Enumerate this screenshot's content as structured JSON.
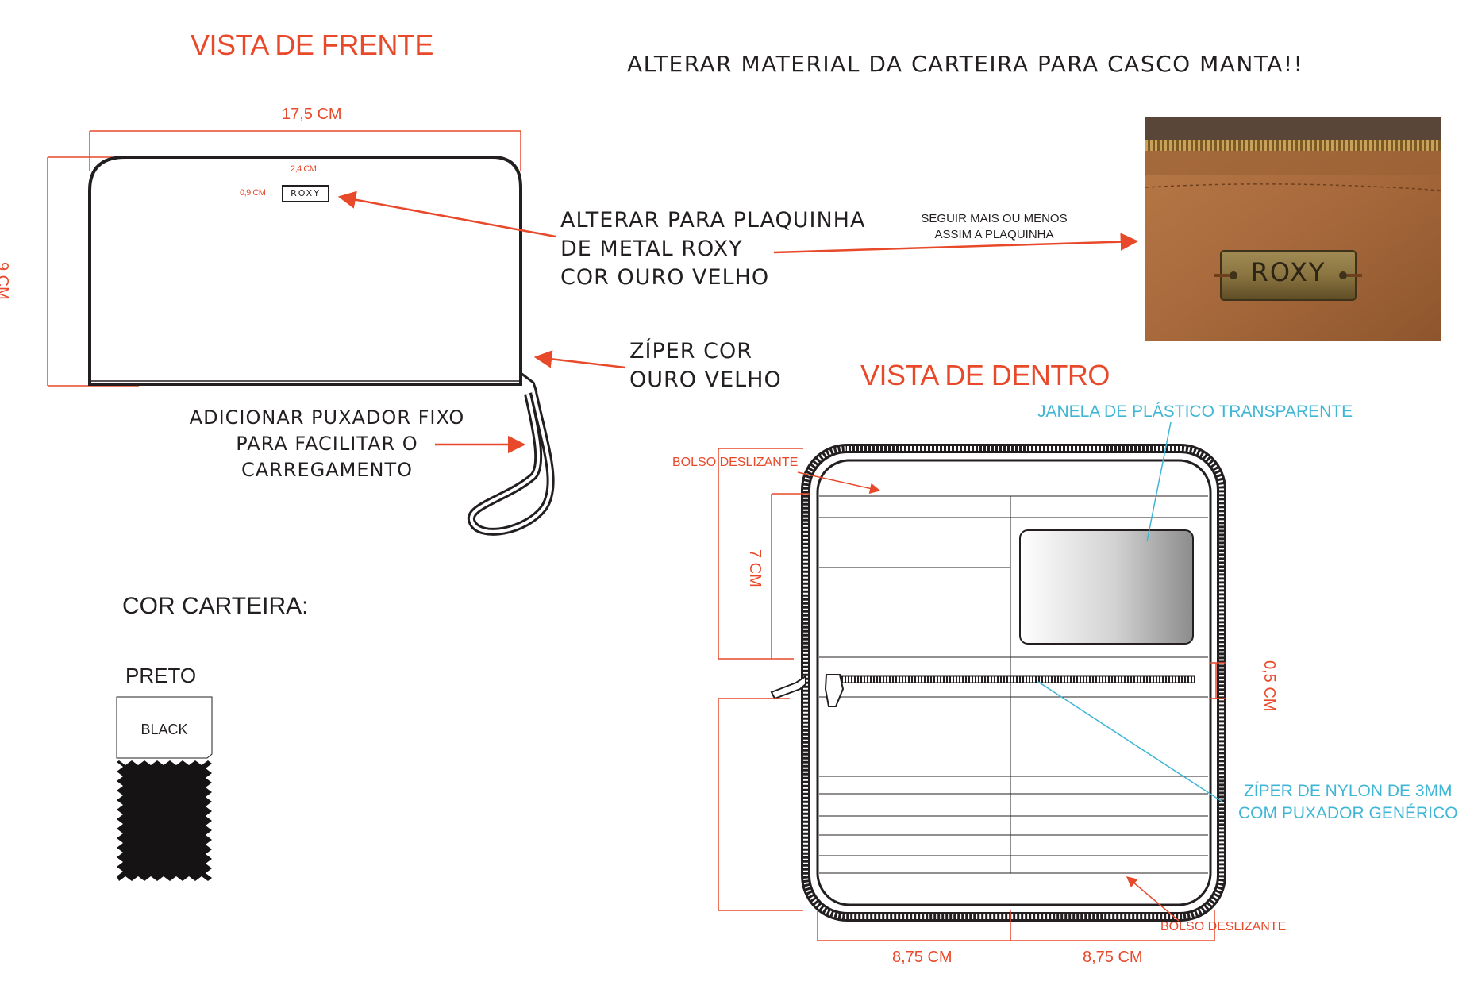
{
  "titles": {
    "front_view": "VISTA DE FRENTE",
    "inside_view": "VISTA DE DENTRO",
    "material_change": "ALTERAR MATERIAL DA CARTEIRA PARA CASCO MANTA!!"
  },
  "front": {
    "width_dim": "17,5 CM",
    "height_dim": "9 CM",
    "plate_width_dim": "2,4 CM",
    "plate_height_dim": "0,9 CM",
    "plate_text": "ROXY"
  },
  "notes": {
    "plate_line1": "ALTERAR PARA PLAQUINHA",
    "plate_line2": "DE METAL ROXY",
    "plate_line3": "COR OURO VELHO",
    "reference_line1": "SEGUIR MAIS OU MENOS",
    "reference_line2": "ASSIM A PLAQUINHA",
    "zipper_line1": "ZÍPER COR",
    "zipper_line2": "OURO VELHO",
    "handle_line1": "ADICIONAR PUXADOR FIXO",
    "handle_line2": "PARA FACILITAR O",
    "handle_line3": "CARREGAMENTO"
  },
  "photo": {
    "plate_text": "ROXY"
  },
  "color_section": {
    "title": "COR CARTEIRA:",
    "color_name": "PRETO",
    "swatch_label": "BLACK",
    "swatch_color": "#151313"
  },
  "inside": {
    "window_label": "JANELA DE PLÁSTICO TRANSPARENTE",
    "sliding_pocket_top": "BOLSO DESLIZANTE",
    "sliding_pocket_bottom": "BOLSO DESLIZANTE",
    "pocket_height_dim": "7 CM",
    "zipper_gap_dim": "0,5 CM",
    "zipper_label_line1": "ZÍPER DE NYLON DE 3MM",
    "zipper_label_line2": "COM PUXADOR GENÉRICO",
    "left_width_dim": "8,75 CM",
    "right_width_dim": "8,75 CM"
  },
  "colors": {
    "annotation_red": "#e8492a",
    "annotation_cyan": "#3fb6d6",
    "outline": "#231f20",
    "leather": "#a86a3c",
    "brass": "#8a7440"
  }
}
